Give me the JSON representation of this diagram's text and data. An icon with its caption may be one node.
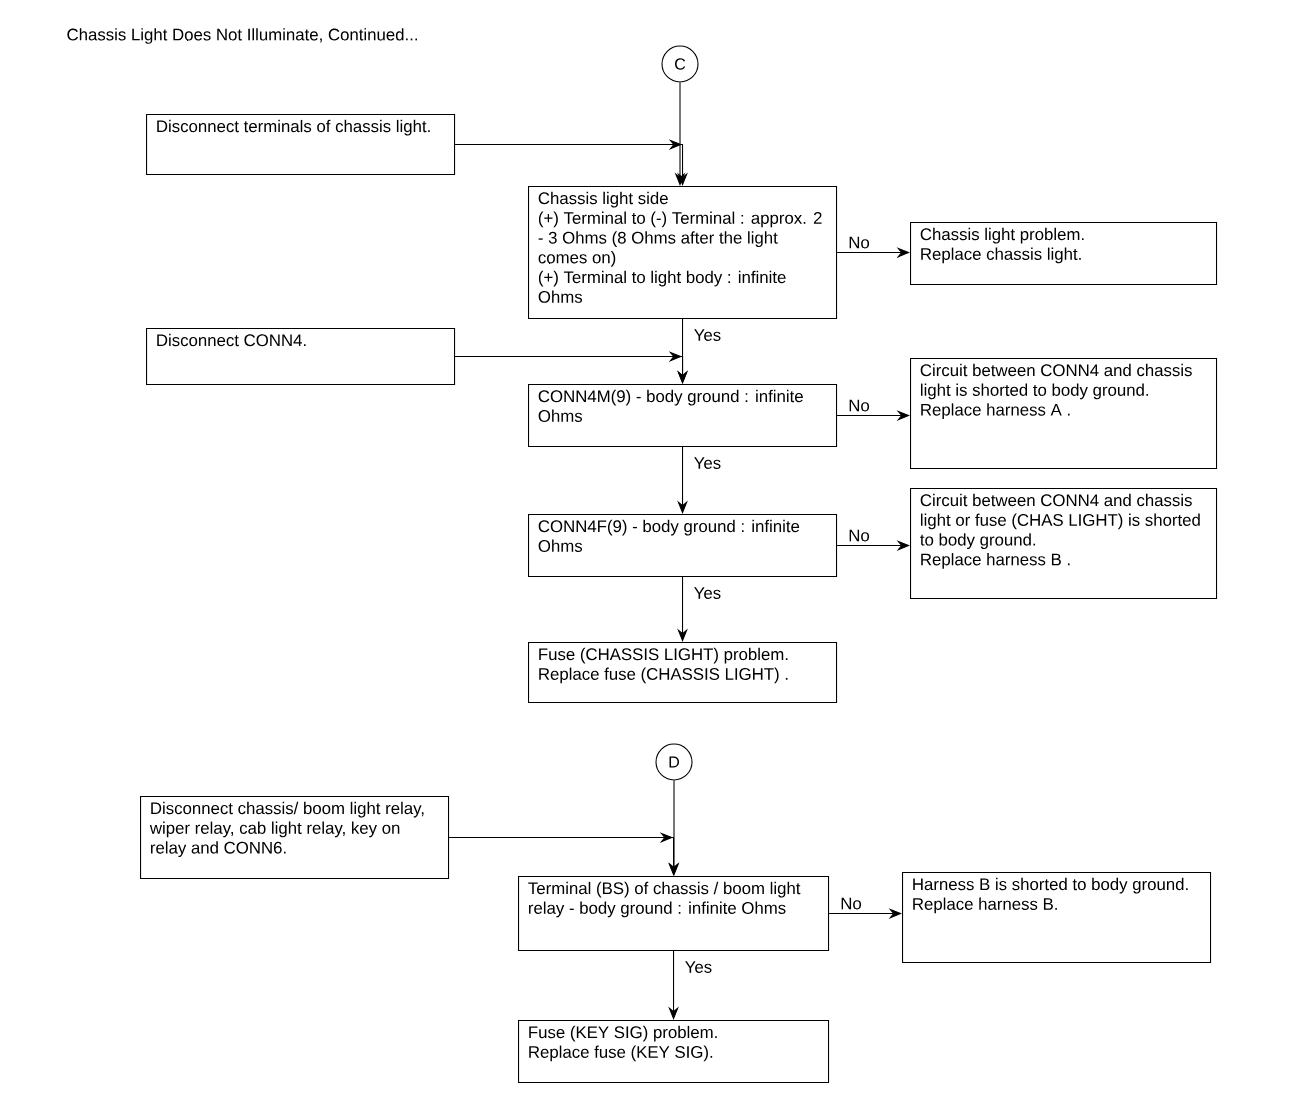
{
  "diagram": {
    "title": "Chassis Light Does Not Illuminate, Continued...",
    "nodes": [
      {
        "text": [
          "C"
        ]
      },
      {
        "text": [
          "Disconnect terminals of chassis light."
        ]
      },
      {
        "text": [
          "Chassis light side",
          "(+) Terminal to (-) Terminal : approx. 2 - 3 Ohms (8 Ohms after the light comes on)",
          "(+) Terminal to light body : infinite Ohms"
        ]
      },
      {
        "text": [
          "Chassis light problem.",
          "Replace chassis light."
        ]
      },
      {
        "text": [
          "Disconnect CONN4."
        ]
      },
      {
        "text": [
          "CONN4M(9) - body ground : infinite Ohms"
        ]
      },
      {
        "text": [
          "Circuit between CONN4 and chassis light is shorted to body ground.",
          "Replace harness A ."
        ]
      },
      {
        "text": [
          "CONN4F(9) - body ground : infinite Ohms"
        ]
      },
      {
        "text": [
          "Circuit between CONN4 and chassis light or fuse (CHAS LIGHT) is shorted to body ground.",
          "Replace harness B ."
        ]
      },
      {
        "text": [
          "Fuse (CHASSIS LIGHT) problem.",
          "Replace fuse (CHASSIS LIGHT) ."
        ]
      },
      {
        "text": [
          "D"
        ]
      },
      {
        "text": [
          "Disconnect chassis/ boom light relay, wiper relay, cab light relay, key on relay and CONN6."
        ]
      },
      {
        "text": [
          "Terminal (BS) of chassis / boom light relay - body ground : infinite Ohms"
        ]
      },
      {
        "text": [
          "Harness B is shorted to body ground.",
          "Replace harness B."
        ]
      },
      {
        "text": [
          "Fuse (KEY SIG) problem.",
          "Replace fuse (KEY SIG)."
        ]
      }
    ],
    "edges": [
      {
        "from": 0,
        "to": 2,
        "arrow": "to"
      },
      {
        "from": 1,
        "to": 2,
        "arrow": "to"
      },
      {
        "from": 2,
        "to": 3,
        "arrow": "to",
        "label": "No"
      },
      {
        "from": 2,
        "to": 5,
        "arrow": "to",
        "label": "Yes"
      },
      {
        "from": 4,
        "to": 5,
        "arrow": "to"
      },
      {
        "from": 5,
        "to": 6,
        "arrow": "to",
        "label": "No"
      },
      {
        "from": 5,
        "to": 7,
        "arrow": "to",
        "label": "Yes"
      },
      {
        "from": 7,
        "to": 8,
        "arrow": "to",
        "label": "No"
      },
      {
        "from": 7,
        "to": 9,
        "arrow": "to",
        "label": "Yes"
      },
      {
        "from": 10,
        "to": 12,
        "arrow": "to"
      },
      {
        "from": 11,
        "to": 12,
        "arrow": "to"
      },
      {
        "from": 12,
        "to": 13,
        "arrow": "to",
        "label": "No"
      },
      {
        "from": 12,
        "to": 14,
        "arrow": "to",
        "label": "Yes"
      }
    ]
  }
}
